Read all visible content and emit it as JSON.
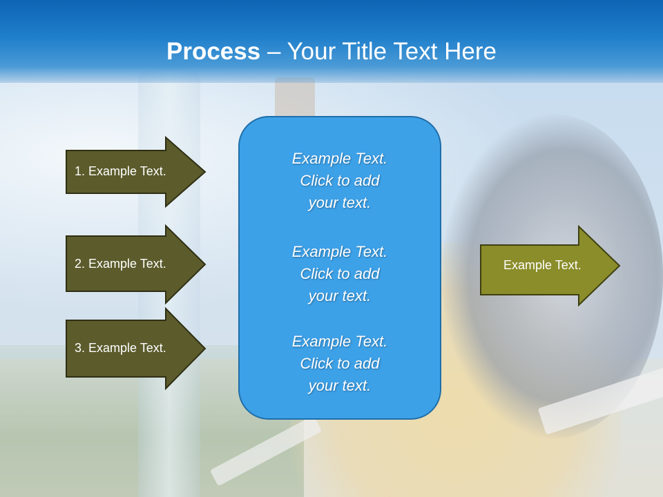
{
  "title": {
    "bold": "Process",
    "rest": " – Your Title Text Here"
  },
  "left_arrows": [
    {
      "label": "1. Example Text."
    },
    {
      "label": "2. Example Text."
    },
    {
      "label": "3. Example Text."
    }
  ],
  "center_box": {
    "blocks": [
      {
        "line1": "Example Text.",
        "line2": "Click  to add",
        "line3": "your text."
      },
      {
        "line1": "Example Text.",
        "line2": "Click  to add",
        "line3": "your text."
      },
      {
        "line1": "Example Text.",
        "line2": "Click  to add",
        "line3": "your text."
      }
    ]
  },
  "right_arrow": {
    "label": "Example Text."
  },
  "colors": {
    "header": "#1f7fcb",
    "left_arrow_fill": "#5b5b2c",
    "right_arrow_fill": "#8b8d2a",
    "center_box_fill": "#3da1e8"
  }
}
